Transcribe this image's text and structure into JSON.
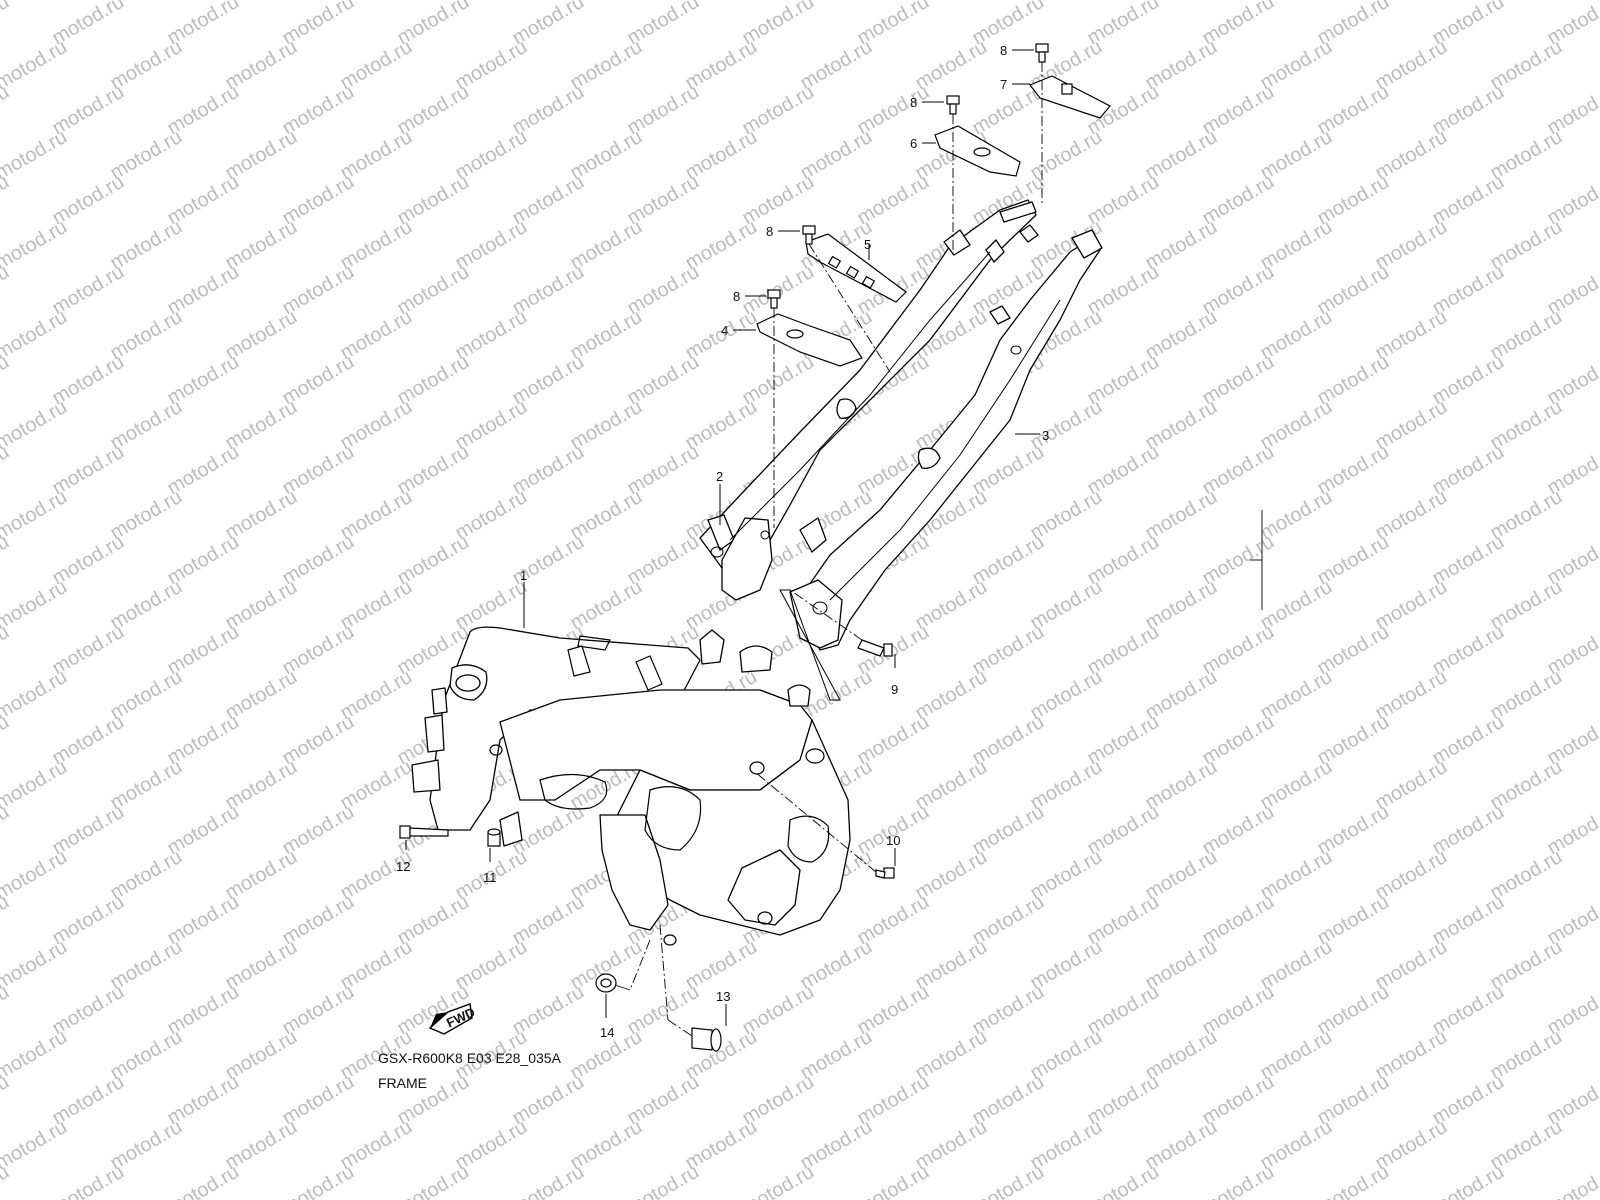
{
  "watermark": "motod.ru",
  "callouts": {
    "p1": "1",
    "p2": "2",
    "p3": "3",
    "p4": "4",
    "p5": "5",
    "p6": "6",
    "p7": "7",
    "p8": "8",
    "p9": "9",
    "p10": "10",
    "p11": "11",
    "p12": "12",
    "p13": "13",
    "p14": "14"
  },
  "fwd": "FWD",
  "caption": {
    "code": "GSX-R600K8 E03 E28_035A",
    "title": "FRAME"
  }
}
